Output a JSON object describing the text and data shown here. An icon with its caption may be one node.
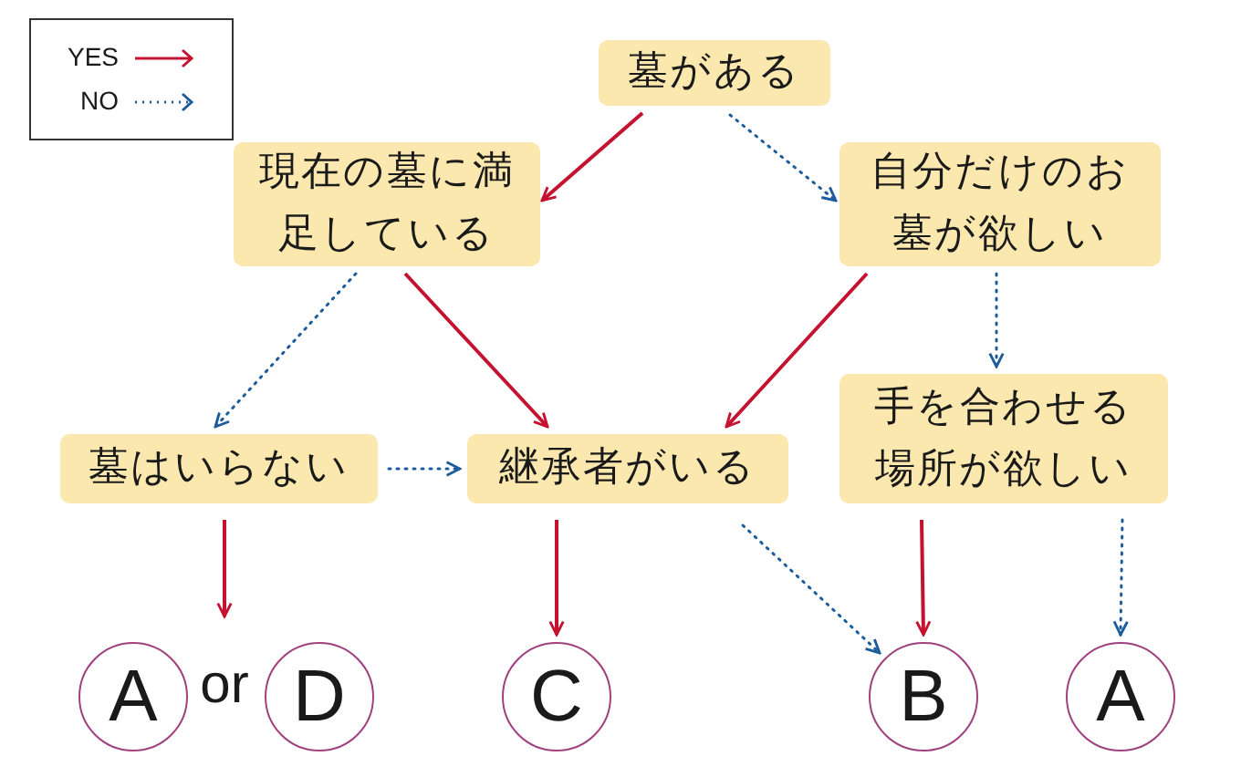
{
  "diagram": {
    "nodes": [
      {
        "text": [
          "墓がある"
        ]
      },
      {
        "text": [
          "現在の墓に満足している"
        ]
      },
      {
        "text": [
          "自分だけのお墓が欲しい"
        ]
      },
      {
        "text": [
          "墓はいらない"
        ]
      },
      {
        "text": [
          "継承者がいる"
        ]
      },
      {
        "text": [
          "手を合わせる場所が欲しい"
        ]
      },
      {
        "text": [
          "A"
        ]
      },
      {
        "text": [
          "or"
        ]
      },
      {
        "text": [
          "D"
        ]
      },
      {
        "text": [
          "C"
        ]
      },
      {
        "text": [
          "B"
        ]
      },
      {
        "text": [
          "A"
        ]
      }
    ],
    "edges": [
      {
        "from": 0,
        "to": 1,
        "arrow": "to",
        "color": "#c4122f"
      },
      {
        "from": 0,
        "to": 2,
        "arrow": "to",
        "style": "dashed",
        "color": "#1d5c9c"
      },
      {
        "from": 1,
        "to": 3,
        "arrow": "to",
        "style": "dashed",
        "color": "#1d5c9c"
      },
      {
        "from": 1,
        "to": 4,
        "arrow": "to",
        "color": "#c4122f"
      },
      {
        "from": 2,
        "to": 4,
        "arrow": "to",
        "color": "#c4122f"
      },
      {
        "from": 2,
        "to": 5,
        "arrow": "to",
        "style": "dashed",
        "color": "#1d5c9c"
      },
      {
        "from": 3,
        "to": 7,
        "arrow": "to",
        "color": "#c4122f"
      },
      {
        "from": 3,
        "to": 4,
        "arrow": "to",
        "style": "dashed",
        "color": "#1d5c9c"
      },
      {
        "from": 4,
        "to": 9,
        "arrow": "to",
        "color": "#c4122f"
      },
      {
        "from": 4,
        "to": 10,
        "arrow": "to",
        "style": "dashed",
        "color": "#1d5c9c"
      },
      {
        "from": 5,
        "to": 10,
        "arrow": "to",
        "color": "#c4122f"
      },
      {
        "from": 5,
        "to": 11,
        "arrow": "to",
        "style": "dashed",
        "color": "#1d5c9c"
      }
    ],
    "legend": [
      {
        "text": "YES"
      },
      {
        "text": "NO"
      }
    ]
  }
}
